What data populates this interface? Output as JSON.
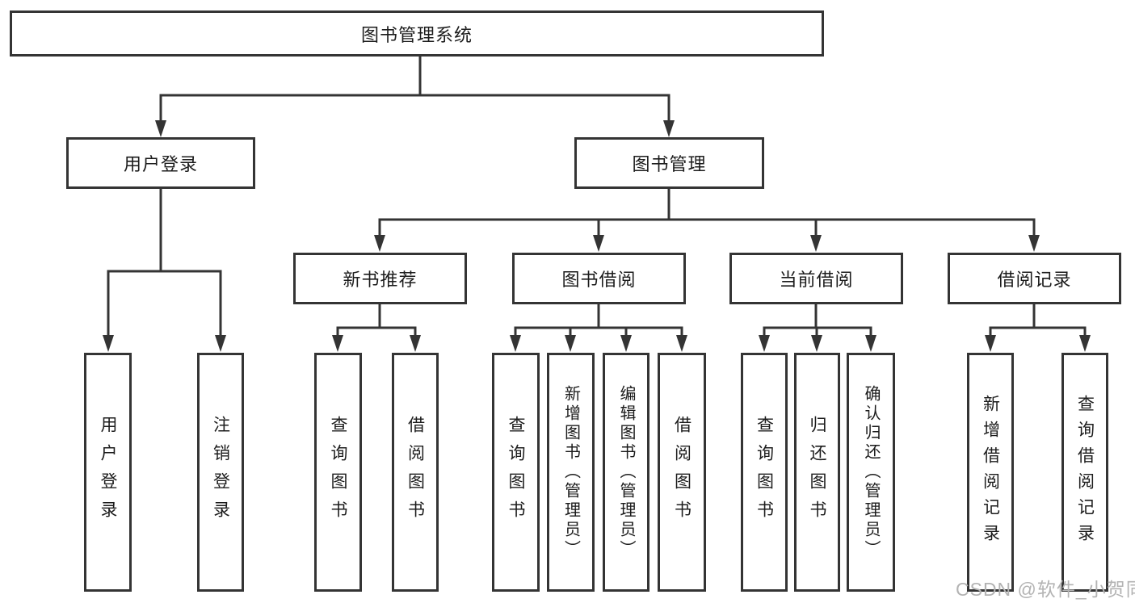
{
  "diagram": {
    "root": "图书管理系统",
    "branches": [
      "用户登录",
      "图书管理"
    ],
    "modules": [
      "新书推荐",
      "图书借阅",
      "当前借阅",
      "借阅记录"
    ],
    "leaves": [
      "用户登录",
      "注销登录",
      "查询图书",
      "借阅图书",
      "查询图书",
      "新增图书（管理员）",
      "编辑图书（管理员）",
      "借阅图书",
      "查询图书",
      "归还图书",
      "确认归还（管理员）",
      "新增借阅记录",
      "查询借阅记录"
    ]
  },
  "watermark": "CSDN @软件_小贺同学",
  "colors": {
    "line": "#343434",
    "box_background": "#ffffff",
    "text": "#1c1c1c",
    "watermark": "#b3b3b3"
  }
}
